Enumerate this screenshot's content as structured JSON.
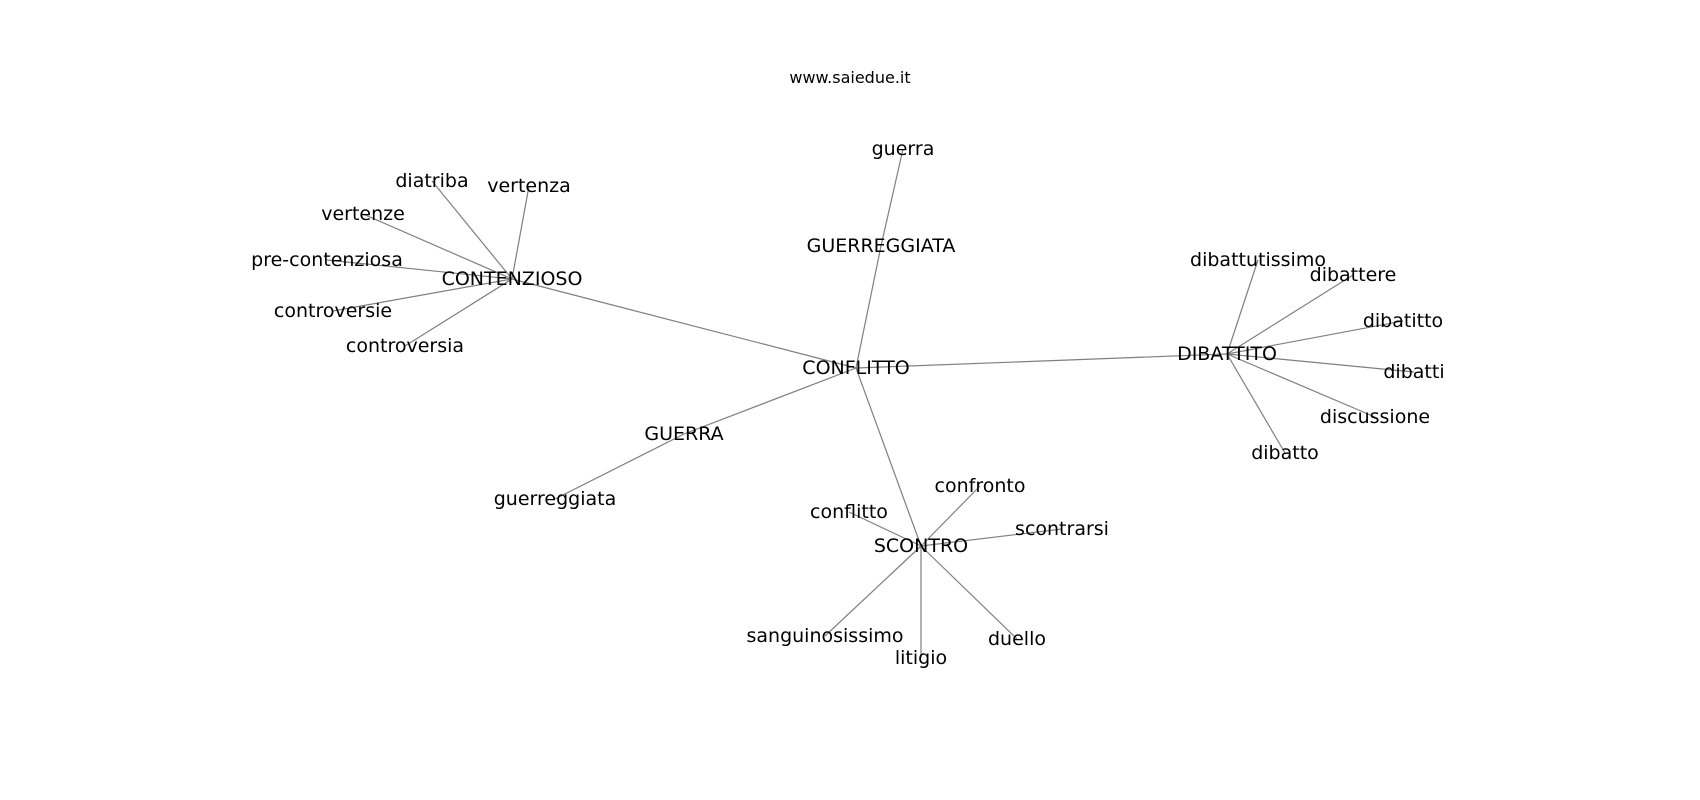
{
  "header": {
    "credit": "www.saiedue.it"
  },
  "nodes": [
    {
      "id": "conflitto_hub",
      "label": "CONFLITTO"
    },
    {
      "id": "contenzioso",
      "label": "CONTENZIOSO"
    },
    {
      "id": "dibattito",
      "label": "DIBATTITO"
    },
    {
      "id": "scontro",
      "label": "SCONTRO"
    },
    {
      "id": "guerra_hub",
      "label": "GUERRA"
    },
    {
      "id": "guerreggiata_hub",
      "label": "GUERREGGIATA"
    },
    {
      "id": "guerra",
      "label": "guerra"
    },
    {
      "id": "diatriba",
      "label": "diatriba"
    },
    {
      "id": "vertenza",
      "label": "vertenza"
    },
    {
      "id": "vertenze",
      "label": "vertenze"
    },
    {
      "id": "pre_contenziosa",
      "label": "pre-contenziosa"
    },
    {
      "id": "controversie",
      "label": "controversie"
    },
    {
      "id": "controversia",
      "label": "controversia"
    },
    {
      "id": "guerreggiata",
      "label": "guerreggiata"
    },
    {
      "id": "dibattutissimo",
      "label": "dibattutissimo"
    },
    {
      "id": "dibattere",
      "label": "dibattere"
    },
    {
      "id": "dibatitto",
      "label": "dibatitto"
    },
    {
      "id": "dibatti",
      "label": "dibatti"
    },
    {
      "id": "discussione",
      "label": "discussione"
    },
    {
      "id": "dibatto",
      "label": "dibatto"
    },
    {
      "id": "confronto",
      "label": "confronto"
    },
    {
      "id": "conflitto",
      "label": "conflitto"
    },
    {
      "id": "scontrarsi",
      "label": "scontrarsi"
    },
    {
      "id": "sanguinosissimo",
      "label": "sanguinosissimo"
    },
    {
      "id": "litigio",
      "label": "litigio"
    },
    {
      "id": "duello",
      "label": "duello"
    }
  ],
  "edges": [
    [
      "conflitto_hub",
      "contenzioso"
    ],
    [
      "conflitto_hub",
      "dibattito"
    ],
    [
      "conflitto_hub",
      "scontro"
    ],
    [
      "conflitto_hub",
      "guerra_hub"
    ],
    [
      "conflitto_hub",
      "guerreggiata_hub"
    ],
    [
      "guerreggiata_hub",
      "guerra"
    ],
    [
      "guerra_hub",
      "guerreggiata"
    ],
    [
      "contenzioso",
      "diatriba"
    ],
    [
      "contenzioso",
      "vertenza"
    ],
    [
      "contenzioso",
      "vertenze"
    ],
    [
      "contenzioso",
      "pre_contenziosa"
    ],
    [
      "contenzioso",
      "controversie"
    ],
    [
      "contenzioso",
      "controversia"
    ],
    [
      "dibattito",
      "dibattutissimo"
    ],
    [
      "dibattito",
      "dibattere"
    ],
    [
      "dibattito",
      "dibatitto"
    ],
    [
      "dibattito",
      "dibatti"
    ],
    [
      "dibattito",
      "discussione"
    ],
    [
      "dibattito",
      "dibatto"
    ],
    [
      "scontro",
      "confronto"
    ],
    [
      "scontro",
      "conflitto"
    ],
    [
      "scontro",
      "scontrarsi"
    ],
    [
      "scontro",
      "sanguinosissimo"
    ],
    [
      "scontro",
      "litigio"
    ],
    [
      "scontro",
      "duello"
    ]
  ]
}
